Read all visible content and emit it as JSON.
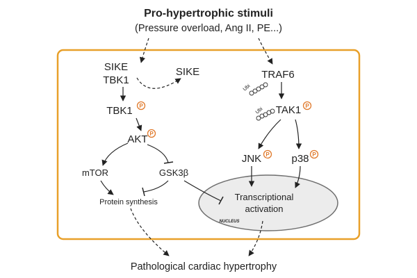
{
  "title": "Pro-hypertrophic stimuli",
  "subtitle": "(Pressure overload, Ang II, PE...)",
  "nodes": {
    "sike_tbk1_line1": "SIKE",
    "sike_tbk1_line2": "TBK1",
    "sike_free": "SIKE",
    "tbk1": "TBK1",
    "akt": "AKT",
    "mtor": "mTOR",
    "gsk3b": "GSK3β",
    "protein_synthesis": "Protein synthesis",
    "traf6": "TRAF6",
    "tak1": "TAK1",
    "jnk": "JNK",
    "p38": "p38",
    "transcriptional_line1": "Transcriptional",
    "transcriptional_line2": "activation",
    "nucleus_label": "NUCLEUS",
    "ubi_label": "Ubi"
  },
  "phospho_symbol": "P",
  "outcome": "Pathological cardiac hypertrophy",
  "colors": {
    "frame": "#e8a02a",
    "phospho": "#e07a2c",
    "nucleus_fill": "#ececec",
    "nucleus_stroke": "#6f6f6f",
    "text": "#222222"
  }
}
